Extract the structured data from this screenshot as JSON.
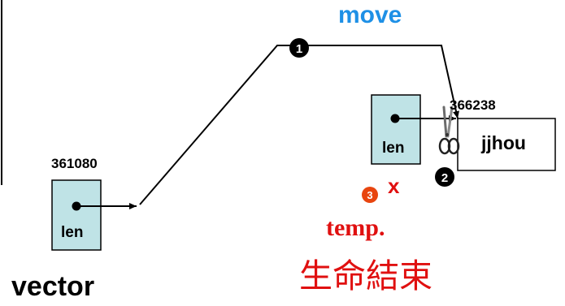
{
  "labels": {
    "move": "move",
    "addr_left": "361080",
    "addr_right": "366238",
    "len_left": "len",
    "len_right": "len",
    "string_value": "jjhou",
    "x_mark": "x",
    "temp": "temp.",
    "lifetime_end": "生命結束",
    "vector": "vector"
  },
  "markers": {
    "m1": "1",
    "m2": "2",
    "m3": "3"
  },
  "colors": {
    "move": "#1E90E6",
    "box_fill": "#BFE3E6",
    "temp_red": "#E01010",
    "marker3": "#E8450F",
    "marker_black": "#000000"
  },
  "icons": {
    "scissors": "scissors-icon"
  }
}
